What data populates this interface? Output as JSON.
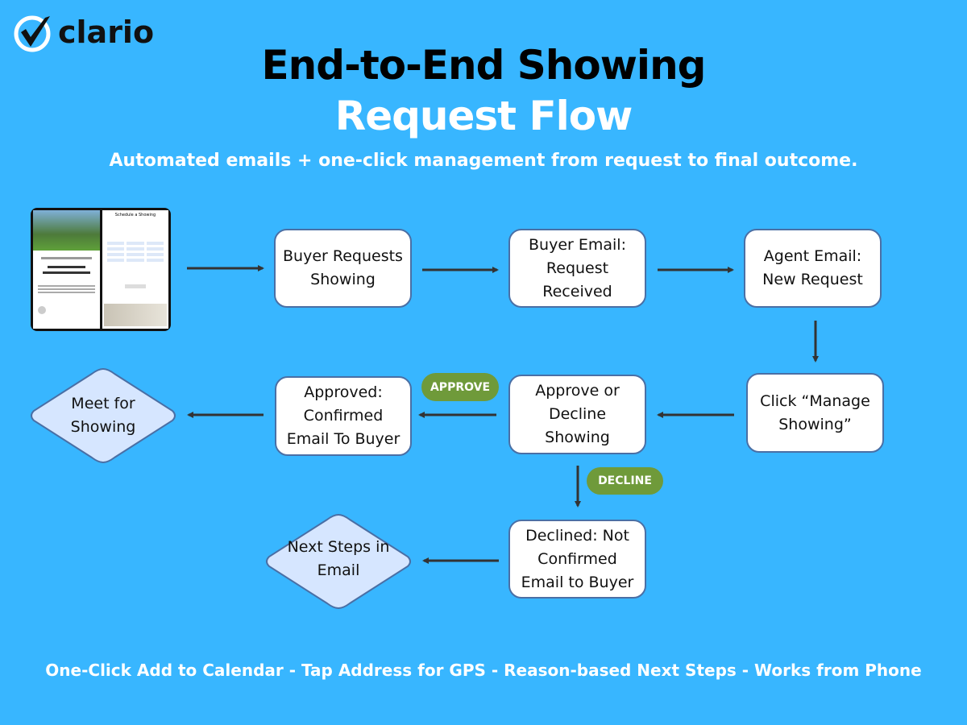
{
  "logo": {
    "text": "clario"
  },
  "header": {
    "title_line1": "End-to-End Showing",
    "title_line2": "Request Flow",
    "subtitle": "Automated emails + one-click management from request to final outcome."
  },
  "thumbnail": {
    "heading": "Schedule a Showing"
  },
  "steps": {
    "buyer_requests": "Buyer Requests Showing",
    "buyer_email": "Buyer Email: Request Received",
    "agent_email": "Agent Email: New Request",
    "manage": "Click “Manage Showing”",
    "approve_decline": "Approve or Decline Showing",
    "approved": "Approved: Confirmed Email To Buyer",
    "declined": "Declined: Not Confirmed Email to Buyer",
    "meet": "Meet for Showing",
    "next_steps": "Next Steps in Email"
  },
  "badges": {
    "approve": "APPROVE",
    "decline": "DECLINE"
  },
  "footer": "One-Click Add to Calendar - Tap Address for GPS - Reason-based Next Steps - Works from Phone",
  "colors": {
    "background": "#38b6ff",
    "box_border": "#4a6fa5",
    "badge": "#6f9a3a",
    "diamond_fill": "#d6e6ff"
  }
}
